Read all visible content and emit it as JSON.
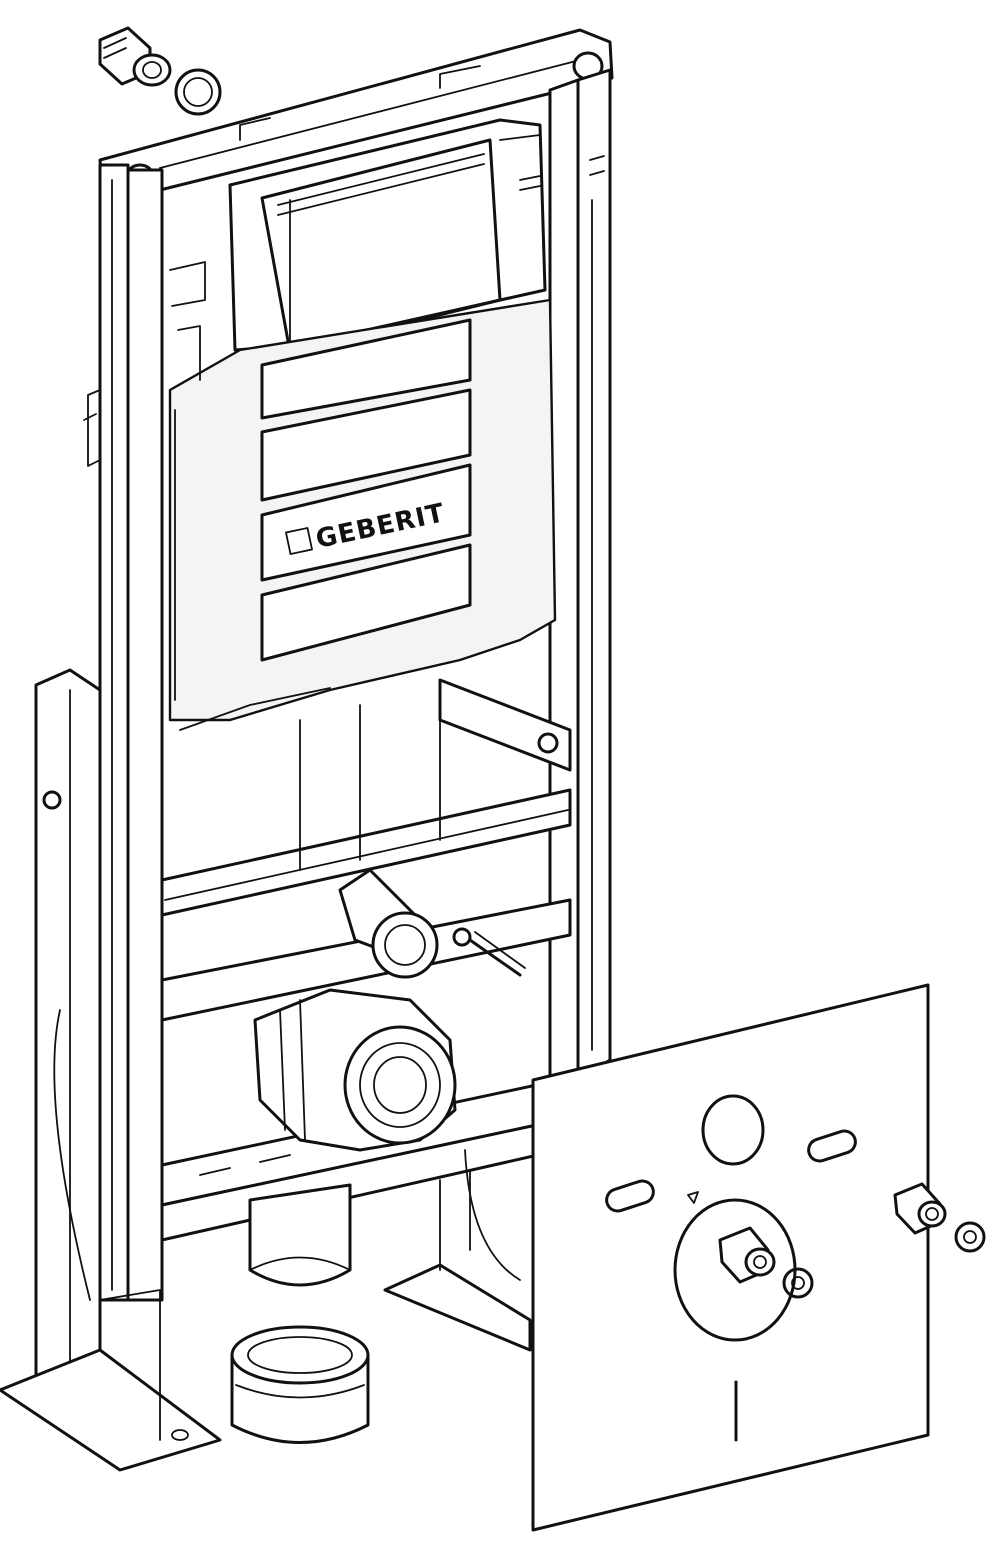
{
  "brand": {
    "logo_text": "GEBERIT"
  },
  "colors": {
    "line": "#111111",
    "background": "#ffffff"
  },
  "parts": [
    "installation-frame",
    "flush-cistern",
    "actuator-opening-frame",
    "support-legs",
    "water-supply-elbow",
    "flush-bend-connector",
    "waste-connector-sleeve",
    "sound-insulation-mat",
    "fixing-bolts",
    "washers"
  ]
}
